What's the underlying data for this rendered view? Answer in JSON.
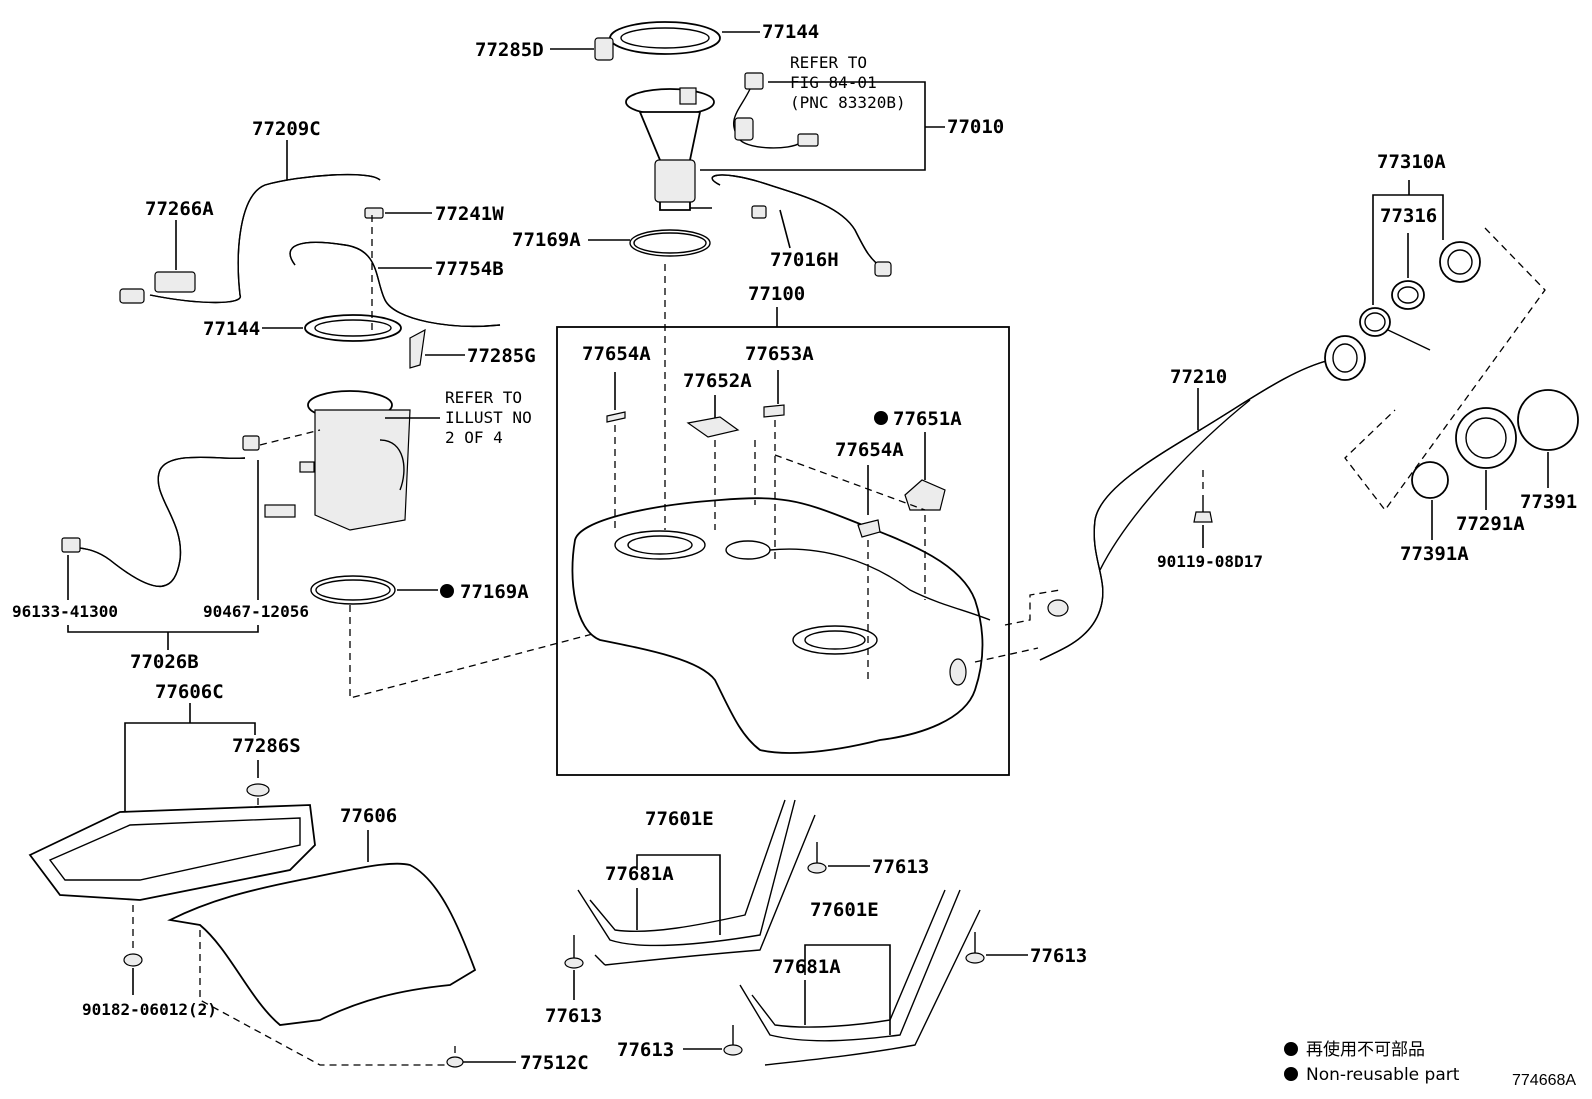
{
  "parts": {
    "p77144_top": "77144",
    "p77285D": "77285D",
    "p77010": "77010",
    "p77209C": "77209C",
    "p77266A": "77266A",
    "p77241W": "77241W",
    "p77754B": "77754B",
    "p77169A_top": "77169A",
    "p77016H": "77016H",
    "p77144_mid": "77144",
    "p77285G": "77285G",
    "p77100": "77100",
    "p77654A_1": "77654A",
    "p77653A": "77653A",
    "p77652A": "77652A",
    "p77651A": "77651A",
    "p77654A_2": "77654A",
    "p77169A_bot": "77169A",
    "p96133": "96133-41300",
    "p90467": "90467-12056",
    "p77026B": "77026B",
    "p77310A": "77310A",
    "p77316": "77316",
    "p77210": "77210",
    "p77391": "77391",
    "p77291A": "77291A",
    "p77391A": "77391A",
    "p90119": "90119-08D17",
    "p77606C": "77606C",
    "p77286S": "77286S",
    "p77606": "77606",
    "p90182": "90182-06012(2)",
    "p77512C": "77512C",
    "p77601E_1": "77601E",
    "p77681A_1": "77681A",
    "p77613_1": "77613",
    "p77613_2": "77613",
    "p77601E_2": "77601E",
    "p77681A_2": "77681A",
    "p77613_3": "77613",
    "p77613_4": "77613"
  },
  "notes": {
    "refer_fig_line1": "REFER TO",
    "refer_fig_line2": "FIG 84-01",
    "refer_fig_line3": "(PNC 83320B)",
    "refer_illust_line1": "REFER TO",
    "refer_illust_line2": "ILLUST NO",
    "refer_illust_line3": "2 OF 4"
  },
  "legend": {
    "item1": "再使用不可部品",
    "item2": "Non-reusable part"
  },
  "figure_id": "774668A"
}
